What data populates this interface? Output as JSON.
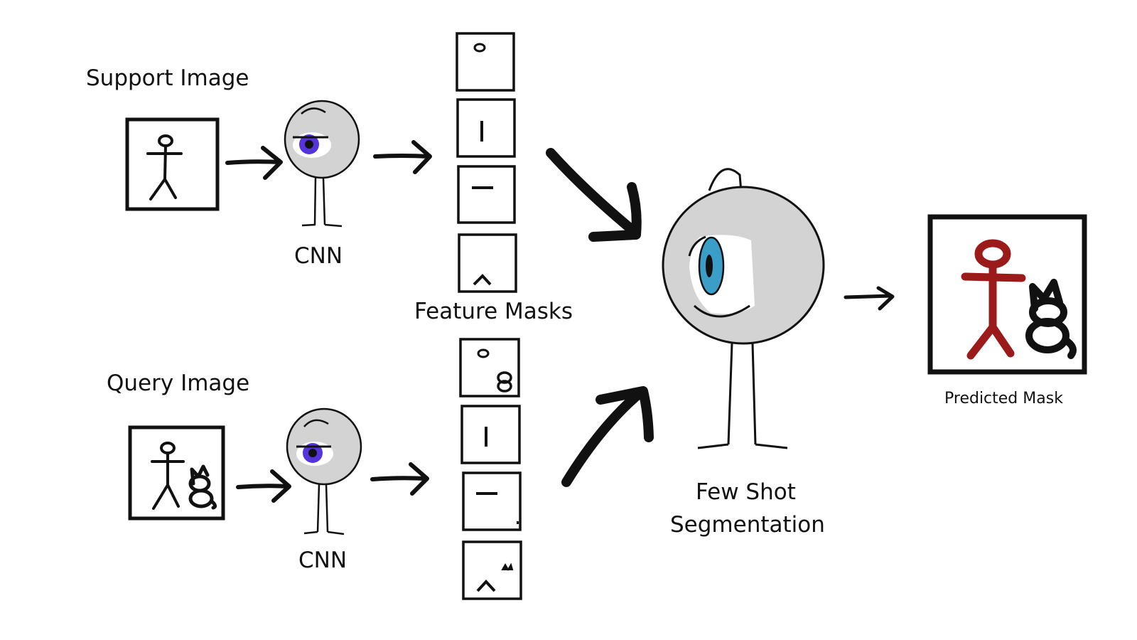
{
  "labels": {
    "support_image": "Support Image",
    "query_image": "Query Image",
    "cnn_top": "CNN",
    "cnn_bottom": "CNN",
    "feature_masks": "Feature Masks",
    "few_shot_line1": "Few Shot",
    "few_shot_line2": "Segmentation",
    "predicted_mask": "Predicted Mask"
  },
  "colors": {
    "ink": "#111111",
    "head_fill": "#d3d3d3",
    "cnn_iris": "#5533dd",
    "fss_iris": "#3a9ec8",
    "mask_person": "#9b1b1b"
  }
}
